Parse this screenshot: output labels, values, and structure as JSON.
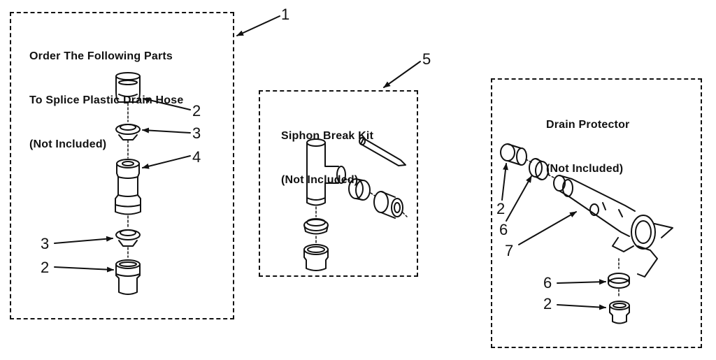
{
  "panels": [
    {
      "title_lines": [
        "Order The Following Parts",
        "To Splice Plastic Drain Hose",
        "(Not Included)"
      ],
      "callout": "1"
    },
    {
      "title_lines": [
        "Siphon Break Kit",
        "(Not Included)"
      ],
      "callout": "5"
    },
    {
      "title_lines": [
        "Drain Protector",
        "(Not Included)"
      ],
      "callout": ""
    }
  ],
  "labels": {
    "p1": [
      "2",
      "3",
      "4",
      "3",
      "2"
    ],
    "p3": [
      "2",
      "6",
      "7",
      "6",
      "2"
    ]
  }
}
